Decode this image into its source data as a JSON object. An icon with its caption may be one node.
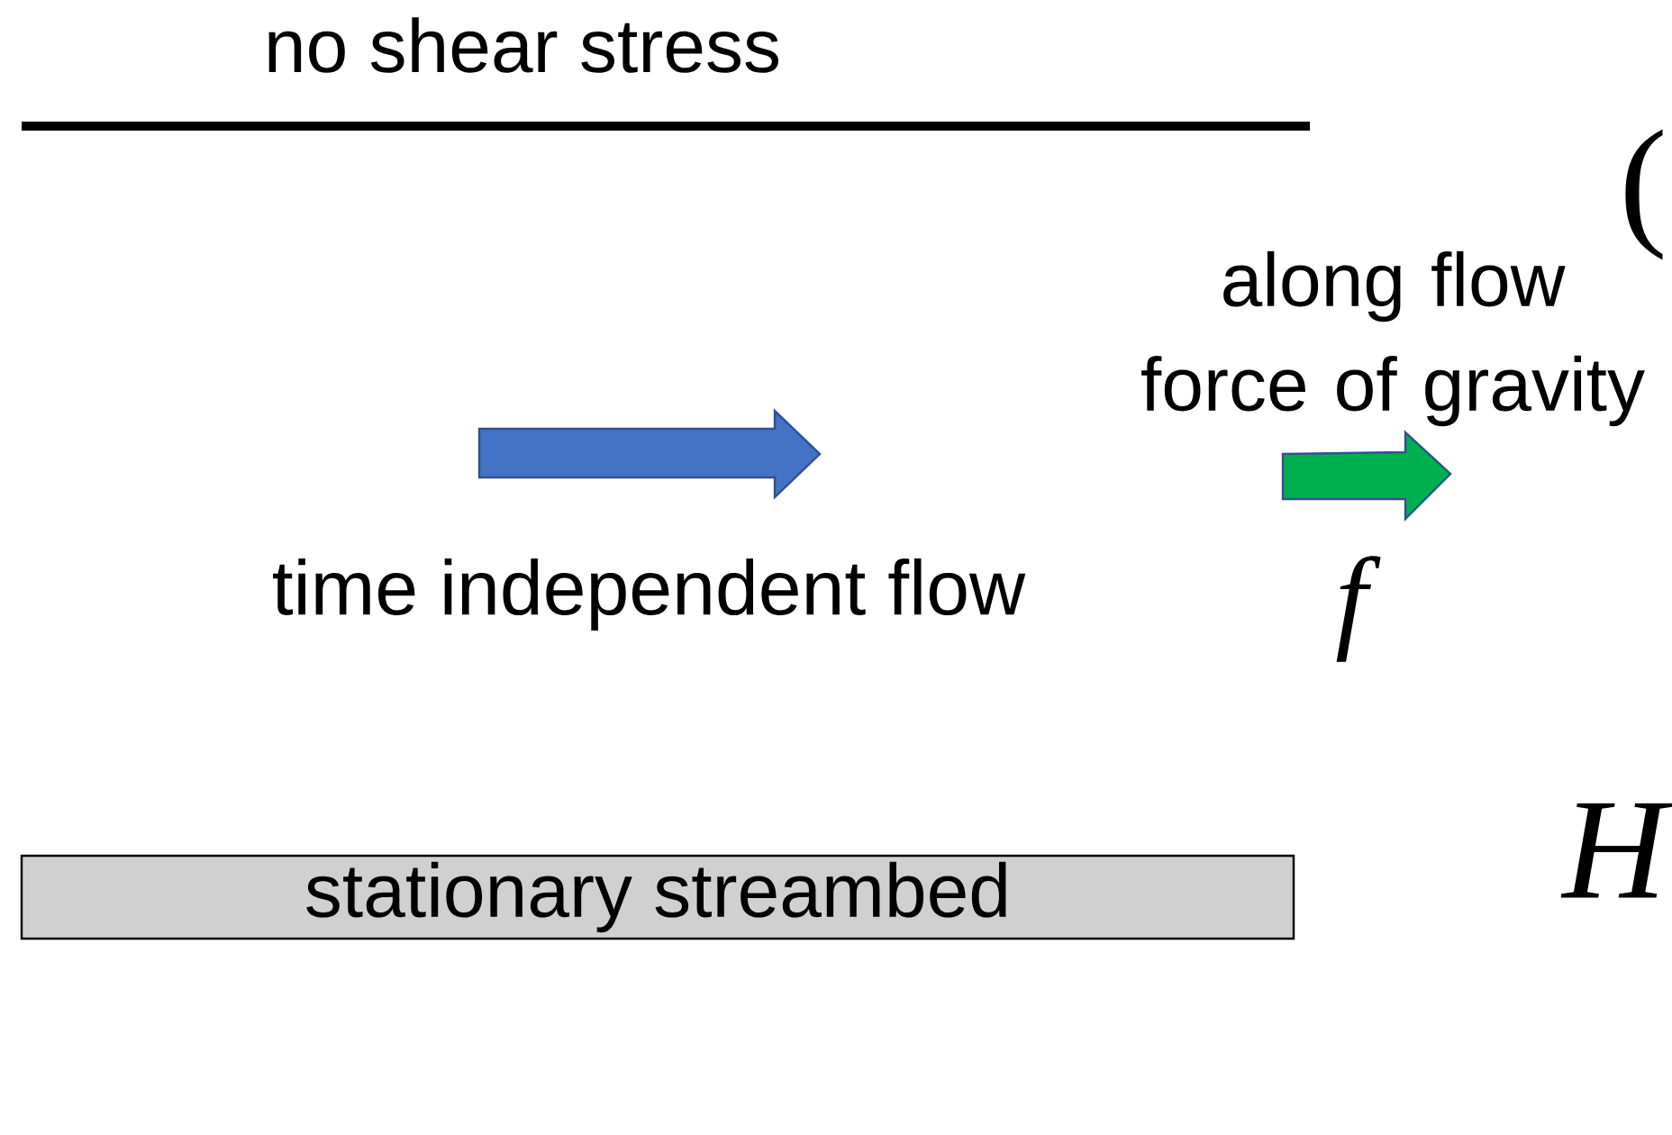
{
  "diagram": {
    "nodes": [
      {
        "text": [
          "stationary streambed"
        ]
      }
    ],
    "labels": [
      "no shear stress",
      "(",
      "along flow force of gravity",
      "time independent flow",
      "f",
      "H"
    ]
  }
}
